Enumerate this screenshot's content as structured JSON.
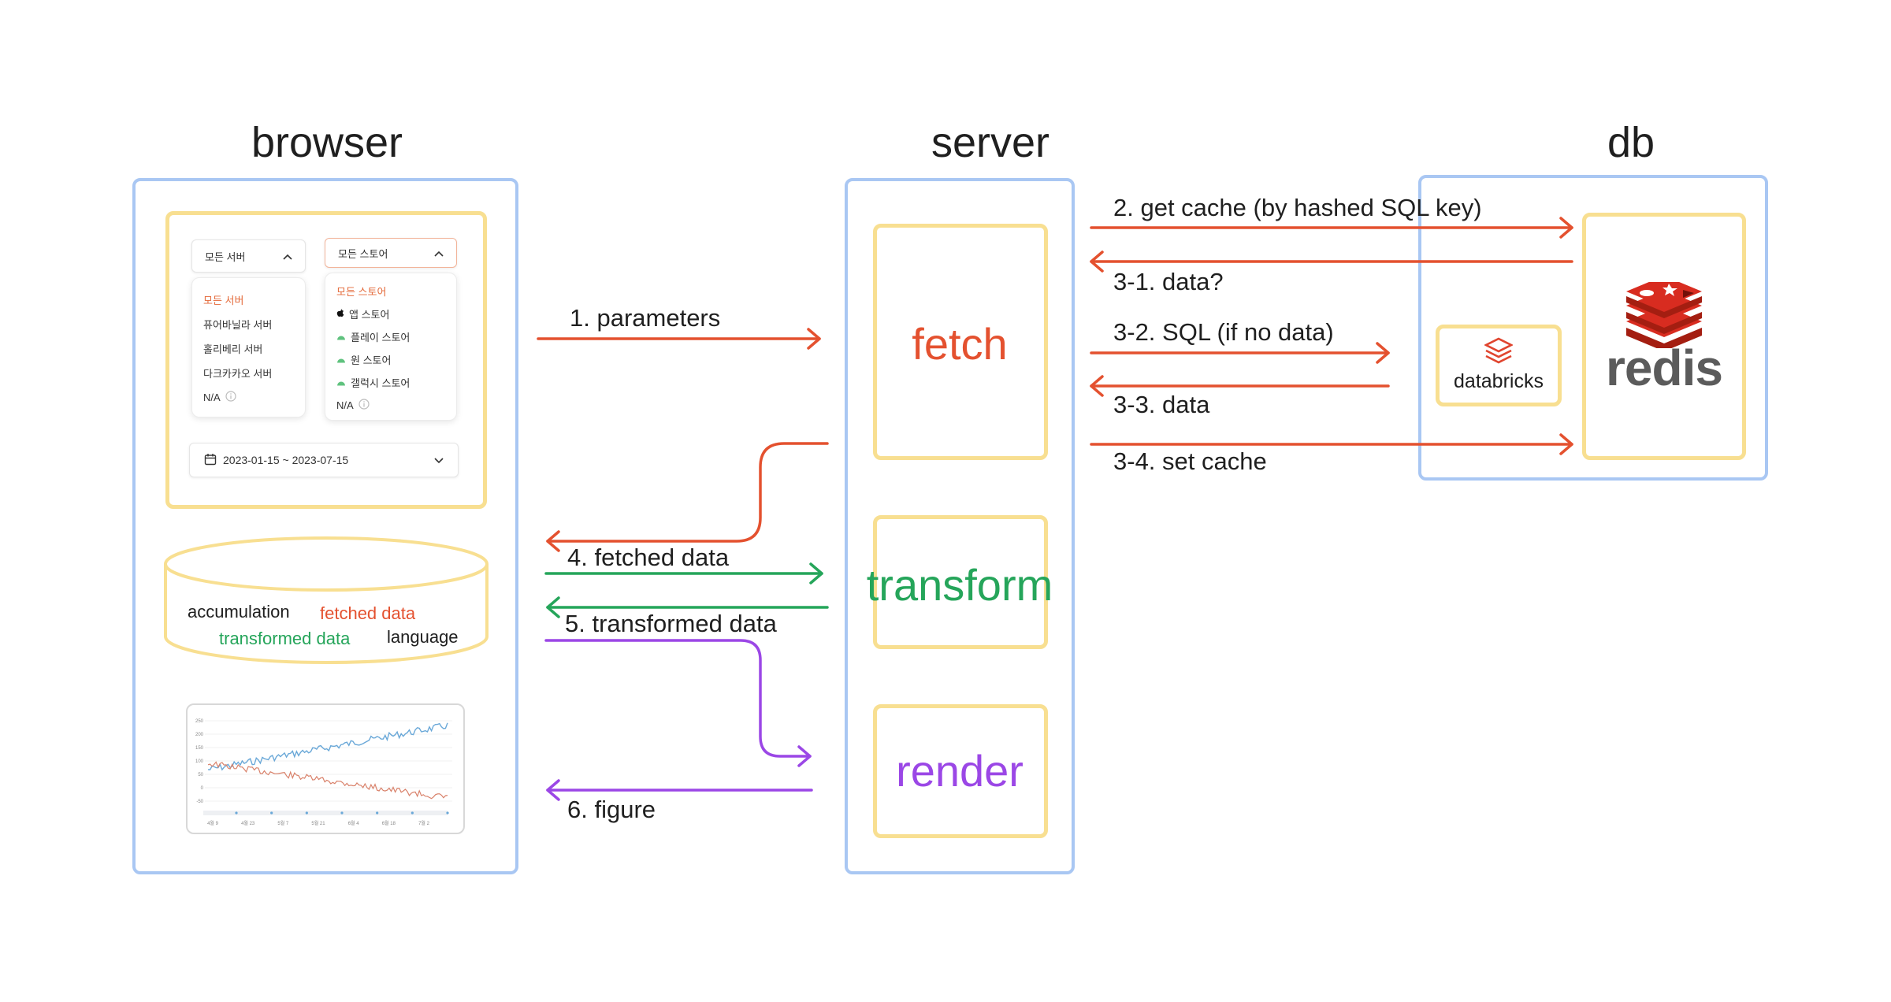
{
  "columns": {
    "browser": "browser",
    "server": "server",
    "db": "db"
  },
  "server_steps": {
    "fetch": "fetch",
    "transform": "transform",
    "render": "render"
  },
  "arrows": {
    "parameters": "1. parameters",
    "get_cache": "2. get cache (by hashed SQL key)",
    "data_q": "3-1. data?",
    "sql": "3-2. SQL (if no data)",
    "data": "3-3. data",
    "set_cache": "3-4. set cache",
    "fetched": "4. fetched data",
    "transformed": "5. transformed data",
    "figure": "6. figure"
  },
  "browser_ui": {
    "server_dropdown": {
      "label": "모든 서버",
      "options": [
        "모든 서버",
        "퓨어바닐라 서버",
        "홀리베리 서버",
        "다크카카오 서버",
        "N/A"
      ]
    },
    "store_dropdown": {
      "label": "모든 스토어",
      "options": [
        "모든 스토어",
        "앱 스토어",
        "플레이 스토어",
        "원 스토어",
        "갤럭시 스토어",
        "N/A"
      ]
    },
    "date_range": "2023-01-15 ~ 2023-07-15"
  },
  "storage": {
    "accumulation": "accumulation",
    "fetched": "fetched data",
    "transformed": "transformed data",
    "language": "language"
  },
  "mini_chart": {
    "y_ticks": [
      "250",
      "200",
      "150",
      "100",
      "50",
      "0",
      "-50"
    ],
    "x_ticks": [
      "4월 9",
      "4월 23",
      "5월 7",
      "5월 21",
      "6월 4",
      "6월 18",
      "7월 2"
    ]
  },
  "logos": {
    "databricks": "databricks",
    "redis": "redis"
  },
  "colors": {
    "blue_box": "#a9c7f3",
    "yellow_box": "#f8df91",
    "fetch": "#e4512f",
    "transform": "#25a55a",
    "render": "#9b47e6",
    "chart_line_1": "#6aa8d8",
    "chart_line_2": "#d9826b"
  }
}
